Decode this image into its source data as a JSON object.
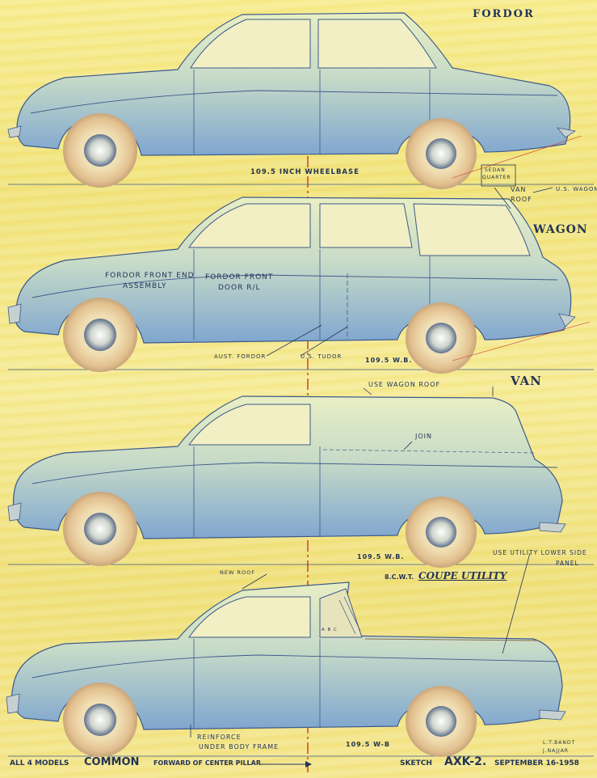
{
  "titles": {
    "fordor": "FORDOR",
    "wagon": "WAGON",
    "van": "VAN",
    "coupe_utility_prefix": "8.C.W.T.",
    "coupe_utility": "COUPE UTILITY"
  },
  "annotations": {
    "wheelbase_1": "109.5 INCH WHEELBASE",
    "sedan_quarter_1": "SEDAN",
    "sedan_quarter_2": "QUARTER",
    "van_roof_1": "VAN",
    "van_roof_2": "ROOF",
    "us_wagon": "U.S. WAGON",
    "front_end_1": "FORDOR FRONT END",
    "front_end_2": "ASSEMBLY",
    "front_door_1": "FORDOR FRONT",
    "front_door_2": "DOOR R/L",
    "aust_fordor": "AUST. FORDOR",
    "us_tudor": "U.S. TUDOR",
    "wheelbase_2": "109.5 W.B.",
    "use_wagon_roof": "USE WAGON ROOF",
    "join": "JOIN",
    "wheelbase_3": "109.5 W.B.",
    "use_utility_1": "USE UTILITY LOWER SIDE",
    "use_utility_2": "PANEL",
    "new_roof": "NEW ROOF",
    "abc": "A B C",
    "reinforce_1": "REINFORCE",
    "reinforce_2": "UNDER BODY FRAME",
    "wheelbase_4": "109.5 W-B"
  },
  "footer": {
    "common_1": "ALL 4 MODELS",
    "common_2": "COMMON",
    "common_3": "FORWARD OF CENTER PILLAR",
    "sketch_label": "SKETCH",
    "sketch_id": "AXK-2.",
    "sketch_date": "SEPTEMBER 16-1958",
    "initials_1": "L.T.BANDT",
    "initials_2": "J.NAJJAR"
  }
}
